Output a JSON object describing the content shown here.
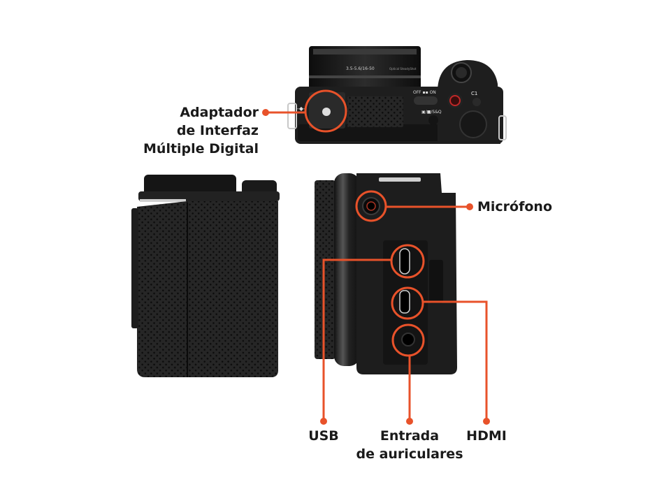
{
  "diagram": {
    "subject": "Camera port layout (top view, grip side view, port side view)",
    "accent_color": "#e8522a",
    "body_color": "#1c1c1c",
    "lens_markings": "3.5-5.6/16-50",
    "lens_text2": "Optical SteadyShot",
    "top_controls": {
      "power_switch": "OFF ▪▪ ON",
      "mode_button": "▣/■/S&Q",
      "custom_button": "C1"
    },
    "callouts": [
      {
        "id": "multi-interface-shoe",
        "lines": [
          "Adaptador",
          "de Interfaz",
          "Múltiple Digital"
        ]
      },
      {
        "id": "microphone",
        "lines": [
          "Micrófono"
        ]
      },
      {
        "id": "usb",
        "lines": [
          "USB"
        ]
      },
      {
        "id": "headphone",
        "lines": [
          "Entrada",
          "de auriculares"
        ]
      },
      {
        "id": "hdmi",
        "lines": [
          "HDMI"
        ]
      }
    ]
  }
}
